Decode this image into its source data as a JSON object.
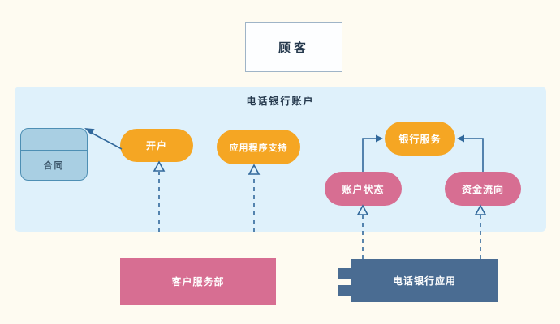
{
  "actor": {
    "label": "顾客"
  },
  "container": {
    "title": "电话银行账户"
  },
  "nodes": {
    "contract": {
      "label": "合同"
    },
    "open_account": {
      "label": "开户"
    },
    "app_support": {
      "label": "应用程序支持"
    },
    "bank_service": {
      "label": "银行服务"
    },
    "account_status": {
      "label": "账户状态"
    },
    "fund_flow": {
      "label": "资金流向"
    },
    "customer_service_dept": {
      "label": "客户服务部"
    },
    "phone_banking_app": {
      "label": "电话银行应用"
    }
  },
  "colors": {
    "page_bg": "#FEFBF1",
    "container_fill": "#DFF1FB",
    "orange_fill": "#F5A623",
    "pink_fill": "#D76E92",
    "slate_fill": "#4A6C92",
    "contract_fill": "#A9CFE3",
    "contract_border": "#4E8FB4",
    "contract_text": "#3A5468",
    "connector": "#31689B",
    "actor_fill": "#FDFEFF",
    "actor_border": "#9FB4C7",
    "label_dark": "#24384C",
    "label_light": "#FFFFFF"
  }
}
